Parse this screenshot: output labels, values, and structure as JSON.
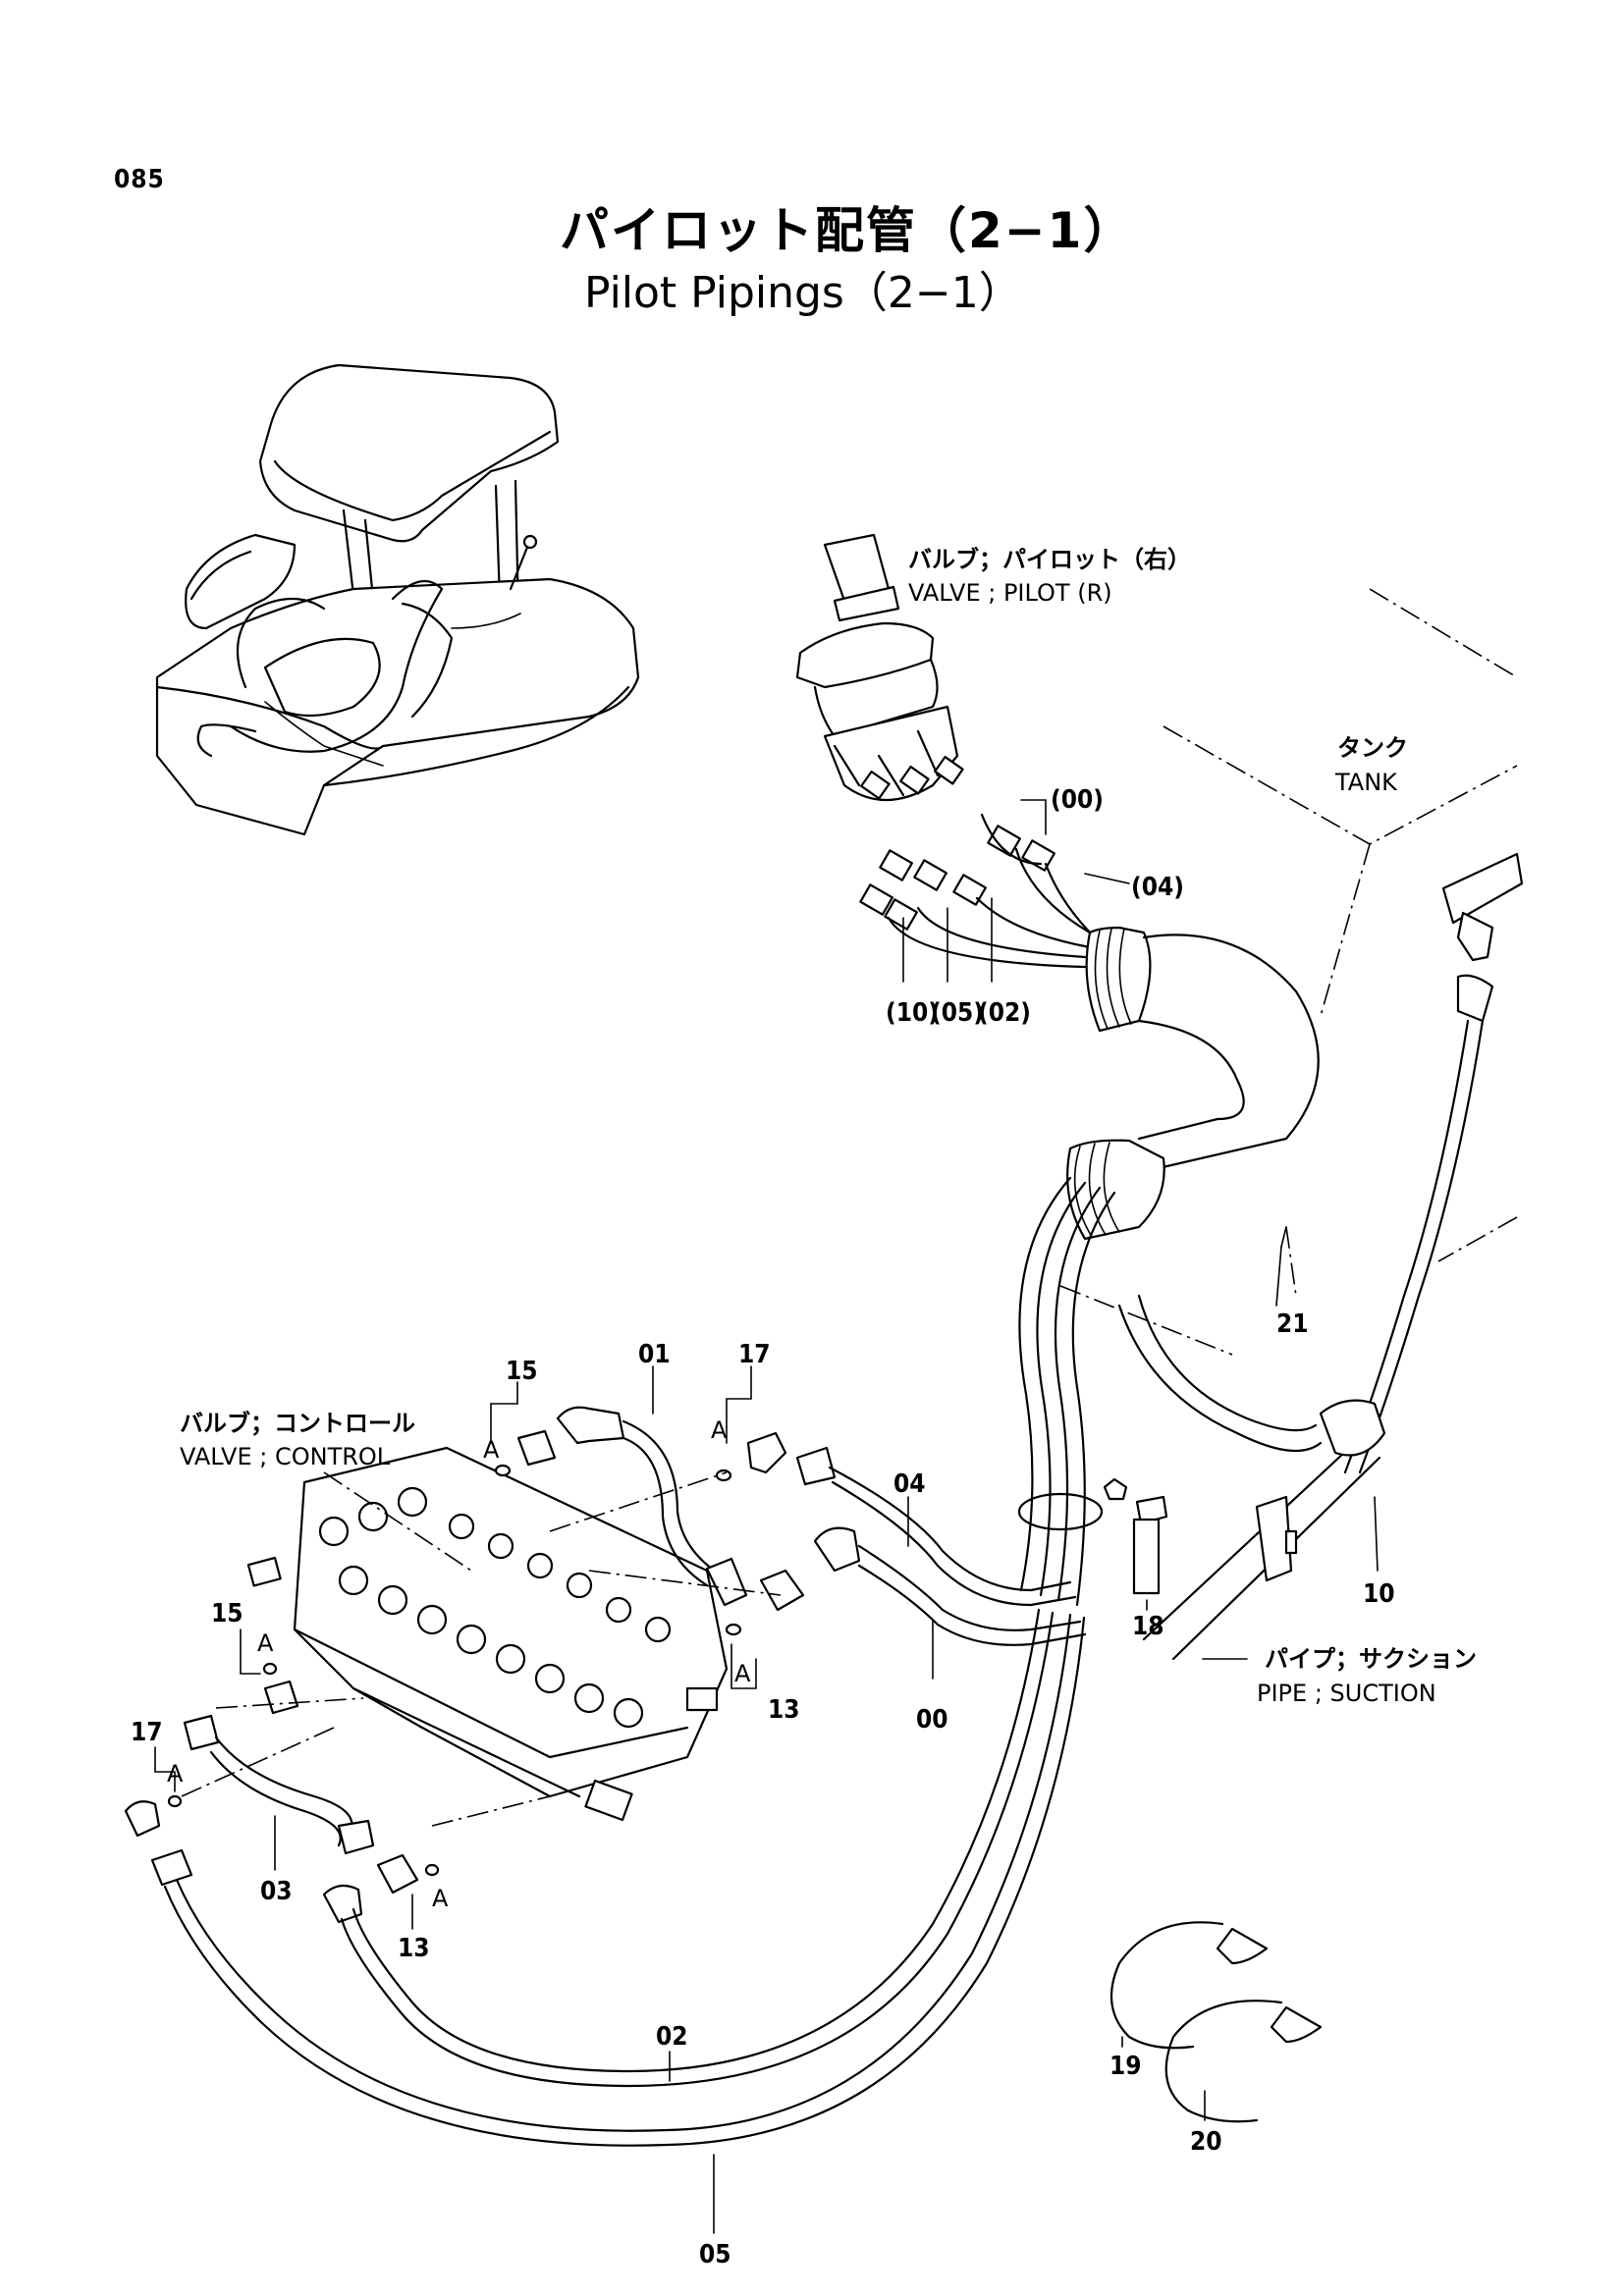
{
  "page_number": "085",
  "title_jp": "パイロット配管（2−1）",
  "title_en": "Pilot Pipings（2−1）",
  "components": {
    "valve_pilot": {
      "jp": "バルブ；パイロット（右）",
      "en": "VALVE ; PILOT (R)"
    },
    "tank": {
      "jp": "タンク",
      "en": "TANK"
    },
    "valve_control": {
      "jp": "バルブ；コントロール",
      "en": "VALVE ; CONTROL"
    },
    "pipe_suction": {
      "jp": "パイプ；サクション",
      "en": "PIPE ; SUCTION"
    }
  },
  "callouts": {
    "c00_top": "(00)",
    "c04_top": "(04)",
    "c10_bottom": "(10)",
    "c05_bottom": "(05)",
    "c02_bottom": "(02)",
    "p21": "21",
    "p15_top": "15",
    "p01": "01",
    "p17_top": "17",
    "p04": "04",
    "p15_left": "15",
    "p13_right": "13",
    "p00": "00",
    "p18": "18",
    "p10": "10",
    "p17_left": "17",
    "p03": "03",
    "p13_bottom": "13",
    "p02": "02",
    "p19": "19",
    "p20": "20",
    "p05": "05"
  },
  "detail_marks": {
    "a1": "A",
    "a2": "A",
    "a3": "A",
    "a4": "A",
    "a5": "A",
    "a6": "A"
  }
}
